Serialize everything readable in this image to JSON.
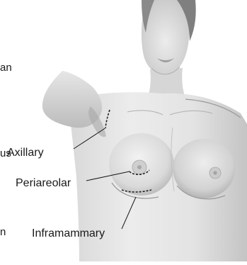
{
  "fragments": {
    "a": "an",
    "b": "us",
    "c": "n"
  },
  "labels": {
    "axillary": "Axillary",
    "periareolar": "Periareolar",
    "inframammary": "Inframammary"
  },
  "colors": {
    "skin_mid": "#c9c9c9",
    "skin_dark": "#8f8f8f",
    "ink": "#1a1a1a",
    "incision": "#222222"
  }
}
